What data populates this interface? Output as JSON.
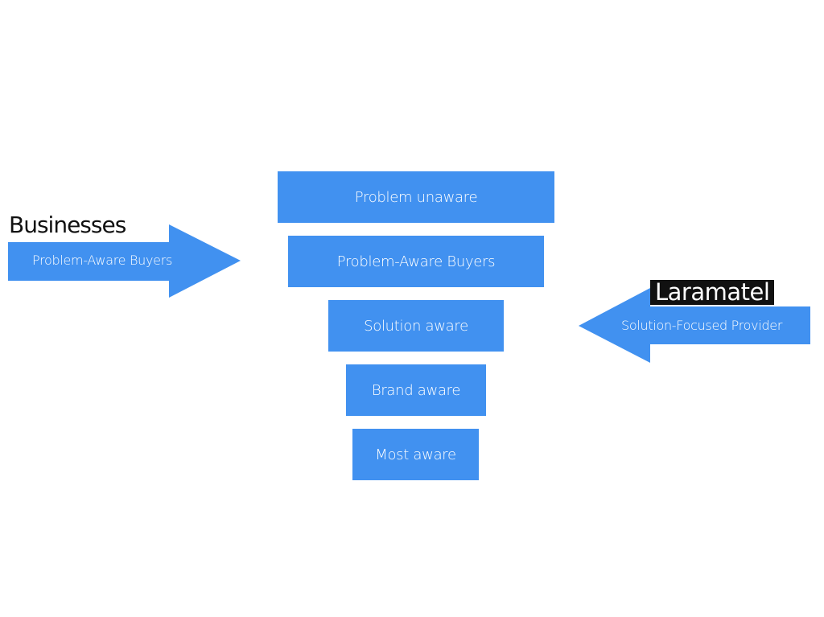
{
  "funnel": {
    "tiers": [
      {
        "label": "Problem unaware"
      },
      {
        "label": "Problem-Aware Buyers"
      },
      {
        "label": "Solution aware"
      },
      {
        "label": "Brand aware"
      },
      {
        "label": "Most aware"
      }
    ]
  },
  "left_arrow": {
    "label": "Problem-Aware Buyers",
    "heading": "Businesses"
  },
  "right_arrow": {
    "label": "Solution-Focused Provider",
    "logo_text": "Laramatel"
  },
  "colors": {
    "box": "#4191F0",
    "text": "#ffffff",
    "heading": "#111111"
  }
}
